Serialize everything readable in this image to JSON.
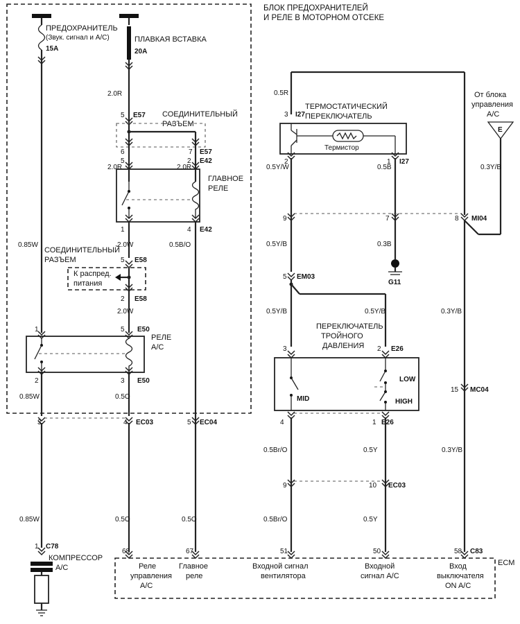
{
  "block_title": [
    "БЛОК ПРЕДОХРАНИТЕЛЕЙ",
    "И РЕЛЕ В МОТОРНОМ ОТСЕКЕ"
  ],
  "fuse": {
    "label": "ПРЕДОХРАНИТЕЛЬ",
    "desc": "(Звук. сигнал и A/C)",
    "rating": "15A"
  },
  "fusible_link": {
    "label": "ПЛАВКАЯ ВСТАВКА",
    "rating": "20A"
  },
  "connector_e57": {
    "label": [
      "СОЕДИНИТЕЛЬНЫЙ",
      "РАЗЪЕМ"
    ],
    "id": "E57"
  },
  "main_relay": {
    "label": [
      "ГЛАВНОЕ",
      "РЕЛЕ"
    ],
    "id": "E42"
  },
  "connector_e58": {
    "label": [
      "СОЕДИНИТЕЛЬНЫЙ",
      "РАЗЪЕМ"
    ],
    "id": "E58",
    "note": [
      "К распред.",
      "питания"
    ]
  },
  "ac_relay": {
    "label": [
      "РЕЛЕ",
      "A/C"
    ],
    "id": "E50"
  },
  "thermo": {
    "label": [
      "ТЕРМОСТАТИЧЕСКИЙ",
      "ПЕРЕКЛЮЧАТЕЛЬ"
    ],
    "id": "I27",
    "thermistor": "Термистор"
  },
  "ac_control": {
    "label": [
      "От блока",
      "управления",
      "A/C"
    ],
    "term": "E"
  },
  "triple": {
    "label": [
      "ПЕРЕКЛЮЧАТЕЛЬ",
      "ТРОЙНОГО",
      "ДАВЛЕНИЯ"
    ],
    "id": "E26",
    "mid": "MID",
    "low": "LOW",
    "high": "HIGH"
  },
  "compressor": {
    "label": [
      "КОМПРЕССОР",
      "A/C"
    ],
    "id": "C78"
  },
  "ground": "G11",
  "ecm": {
    "label": "ECM",
    "id": "C83",
    "inputs": [
      {
        "pin": "68",
        "label": [
          "Реле",
          "управления",
          "A/C"
        ]
      },
      {
        "pin": "67",
        "label": [
          "Главное",
          "реле"
        ]
      },
      {
        "pin": "51",
        "label": [
          "Входной сигнал",
          "вентилятора"
        ]
      },
      {
        "pin": "50",
        "label": [
          "Входной",
          "сигнал A/C"
        ]
      },
      {
        "pin": "58",
        "label": [
          "Вход",
          "выключателя",
          "ON A/C"
        ]
      }
    ]
  },
  "wires": {
    "w2_0r_a": "2.0R",
    "w2_0r_b": "2.0R",
    "w2_0r_c": "2.0R",
    "w2_0w_a": "2.0W",
    "w2_0w_b": "2.0W",
    "w0_85w_a": "0.85W",
    "w0_85w_b": "0.85W",
    "w0_85w_c": "0.85W",
    "w0_5bo": "0.5B/O",
    "w0_5o_a": "0.5O",
    "w0_5o_b": "0.5O",
    "w0_5o_c": "0.5O",
    "w0_5r": "0.5R",
    "w0_5yw": "0.5Y/W",
    "w0_5b": "0.5B",
    "w0_3b": "0.3B",
    "w0_5yb_a": "0.5Y/B",
    "w0_5yb_b": "0.5Y/B",
    "w0_5yb_c": "0.5Y/B",
    "w0_3yb_a": "0.3Y/B",
    "w0_3yb_b": "0.3Y/B",
    "w0_3yb_c": "0.3Y/B",
    "w0_5bro_a": "0.5Br/O",
    "w0_5bro_b": "0.5Br/O",
    "w0_5y_a": "0.5Y",
    "w0_5y_b": "0.5Y"
  },
  "connectors": {
    "e57": "E57",
    "e57b": "E57",
    "e42": "E42",
    "e42b": "E42",
    "e58": "E58",
    "e58b": "E58",
    "e50": "E50",
    "e50b": "E50",
    "ec03": "EC03",
    "ec04": "EC04",
    "ec03b": "EC03",
    "i27": "I27",
    "i27b": "I27",
    "mi04": "MI04",
    "em03": "EM03",
    "e26": "E26",
    "e26b": "E26",
    "mc04": "MC04",
    "c78": "C78",
    "c83": "C83"
  },
  "pins": {
    "e57_5": "5",
    "e57_6": "6",
    "e57_7": "7",
    "e42_5": "5",
    "e42_2": "2",
    "e42_1": "1",
    "e42_4": "4",
    "e58_5": "5",
    "e58_2": "2",
    "e50_1": "1",
    "e50_5": "5",
    "e50_2": "2",
    "e50_3": "3",
    "ec03_3": "3",
    "ec03_4": "4",
    "ec04_5": "5",
    "i27_3": "3",
    "i27_2": "2",
    "i27_1": "1",
    "mi_9": "9",
    "mi_7": "7",
    "mi_8": "8",
    "em03_5": "5",
    "e26_3": "3",
    "e26_2": "2",
    "e26_4": "4",
    "e26_1": "1",
    "mc04_15": "15",
    "ec03_9": "9",
    "ec03_10": "10",
    "c78_1": "1"
  }
}
